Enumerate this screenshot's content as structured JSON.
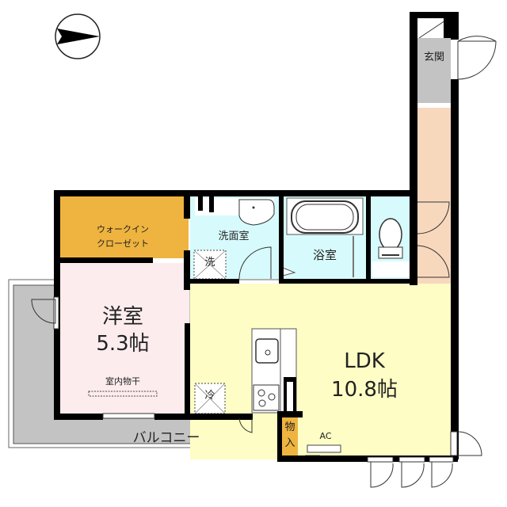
{
  "compass": {
    "icon": "north-arrow-icon",
    "direction": "right"
  },
  "colors": {
    "wall": "#000000",
    "genkan": "#c3c3c3",
    "hallway": "#f8d8bd",
    "closet": "#eeb43f",
    "western_room": "#fcecee",
    "wet_area": "#d7fbfc",
    "ldk": "#fdfdc5",
    "balcony": "#c3c3c3",
    "storage": "#eeb43f"
  },
  "rooms": {
    "genkan": {
      "label": "玄関"
    },
    "walk_in_closet": {
      "label_line1": "ウォークイン",
      "label_line2": "クローゼット"
    },
    "washroom": {
      "label": "洗面室"
    },
    "washer": {
      "label": "洗"
    },
    "bathroom": {
      "label": "浴室"
    },
    "western_room": {
      "label": "洋室",
      "size": "5.3帖",
      "note": "室内物干"
    },
    "ldk": {
      "label": "LDK",
      "size": "10.8帖"
    },
    "fridge": {
      "label": "冷"
    },
    "storage": {
      "label_line1": "物",
      "label_line2": "入"
    },
    "ac": {
      "label": "AC"
    },
    "balcony": {
      "label": "バルコニー"
    }
  }
}
